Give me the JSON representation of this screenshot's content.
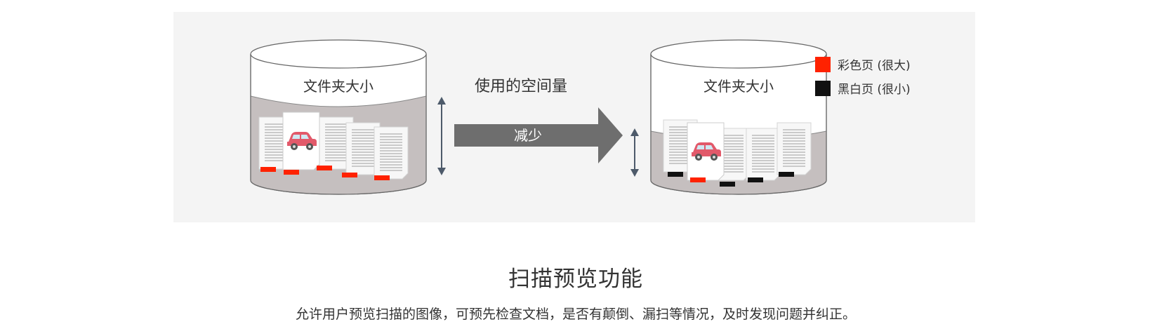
{
  "diagram": {
    "left_cylinder_label": "文件夹大小",
    "right_cylinder_label": "文件夹大小",
    "arrow_caption": "使用的空间量",
    "arrow_label": "减少"
  },
  "legend": {
    "color_page": {
      "label": "彩色页 (很大)",
      "color": "#ff2200"
    },
    "bw_page": {
      "label": "黑白页 (很小)",
      "color": "#111111"
    }
  },
  "section": {
    "title": "扫描预览功能",
    "description": "允许用户预览扫描的图像，可预先检查文档，是否有颠倒、漏扫等情况，及时发现问题并纠正。"
  }
}
